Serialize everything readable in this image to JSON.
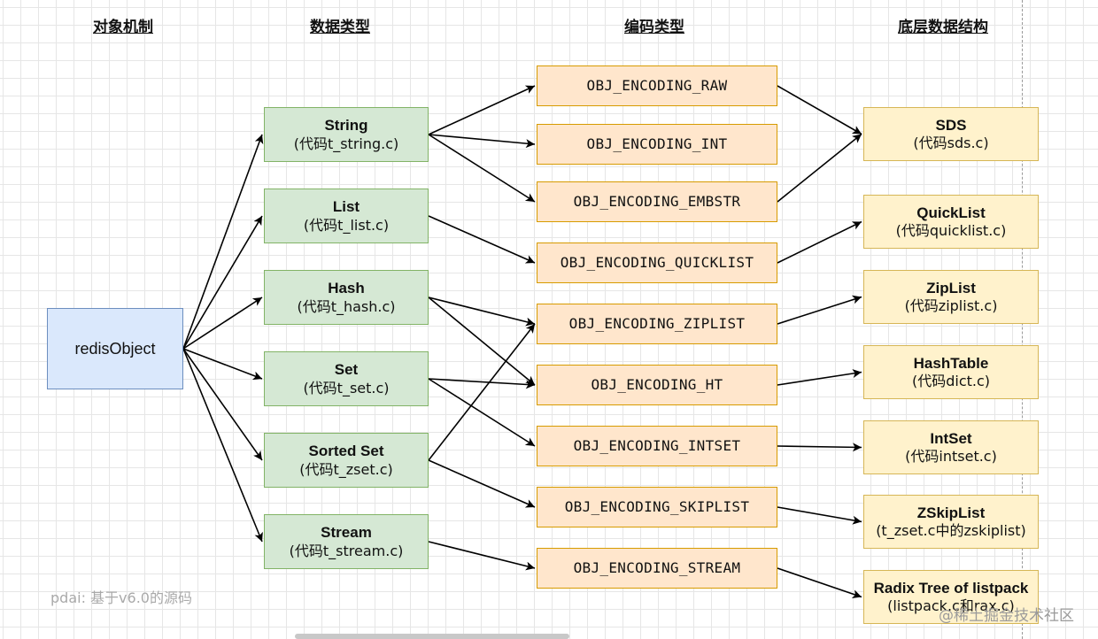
{
  "headers": {
    "object_mechanism": "对象机制",
    "data_type": "数据类型",
    "encoding_type": "编码类型",
    "underlying_structure": "底层数据结构"
  },
  "root": {
    "label": "redisObject"
  },
  "types": [
    {
      "title": "String",
      "sub": "(代码t_string.c)"
    },
    {
      "title": "List",
      "sub": "(代码t_list.c)"
    },
    {
      "title": "Hash",
      "sub": "(代码t_hash.c)"
    },
    {
      "title": "Set",
      "sub": "(代码t_set.c)"
    },
    {
      "title": "Sorted Set",
      "sub": "(代码t_zset.c)"
    },
    {
      "title": "Stream",
      "sub": "(代码t_stream.c)"
    }
  ],
  "encodings": [
    "OBJ_ENCODING_RAW",
    "OBJ_ENCODING_INT",
    "OBJ_ENCODING_EMBSTR",
    "OBJ_ENCODING_QUICKLIST",
    "OBJ_ENCODING_ZIPLIST",
    "OBJ_ENCODING_HT",
    "OBJ_ENCODING_INTSET",
    "OBJ_ENCODING_SKIPLIST",
    "OBJ_ENCODING_STREAM"
  ],
  "structures": [
    {
      "title": "SDS",
      "sub": "(代码sds.c)"
    },
    {
      "title": "QuickList",
      "sub": "(代码quicklist.c)"
    },
    {
      "title": "ZipList",
      "sub": "(代码ziplist.c)"
    },
    {
      "title": "HashTable",
      "sub": "(代码dict.c)"
    },
    {
      "title": "IntSet",
      "sub": "(代码intset.c)"
    },
    {
      "title": "ZSkipList",
      "sub": "(t_zset.c中的zskiplist)"
    },
    {
      "title": "Radix Tree of listpack",
      "sub": "(listpack.c和rax.c)"
    }
  ],
  "footnote": "pdai: 基于v6.0的源码",
  "watermark": "@稀土掘金技术社区",
  "edges": [
    [
      "root",
      "type-0"
    ],
    [
      "root",
      "type-1"
    ],
    [
      "root",
      "type-2"
    ],
    [
      "root",
      "type-3"
    ],
    [
      "root",
      "type-4"
    ],
    [
      "root",
      "type-5"
    ],
    [
      "type-0",
      "enc-0"
    ],
    [
      "type-0",
      "enc-1"
    ],
    [
      "type-0",
      "enc-2"
    ],
    [
      "type-1",
      "enc-3"
    ],
    [
      "type-2",
      "enc-4"
    ],
    [
      "type-2",
      "enc-5"
    ],
    [
      "type-3",
      "enc-5"
    ],
    [
      "type-3",
      "enc-6"
    ],
    [
      "type-4",
      "enc-4"
    ],
    [
      "type-4",
      "enc-7"
    ],
    [
      "type-5",
      "enc-8"
    ],
    [
      "enc-0",
      "struct-0"
    ],
    [
      "enc-2",
      "struct-0"
    ],
    [
      "enc-3",
      "struct-1"
    ],
    [
      "enc-4",
      "struct-2"
    ],
    [
      "enc-5",
      "struct-3"
    ],
    [
      "enc-6",
      "struct-4"
    ],
    [
      "enc-7",
      "struct-5"
    ],
    [
      "enc-8",
      "struct-6"
    ]
  ]
}
